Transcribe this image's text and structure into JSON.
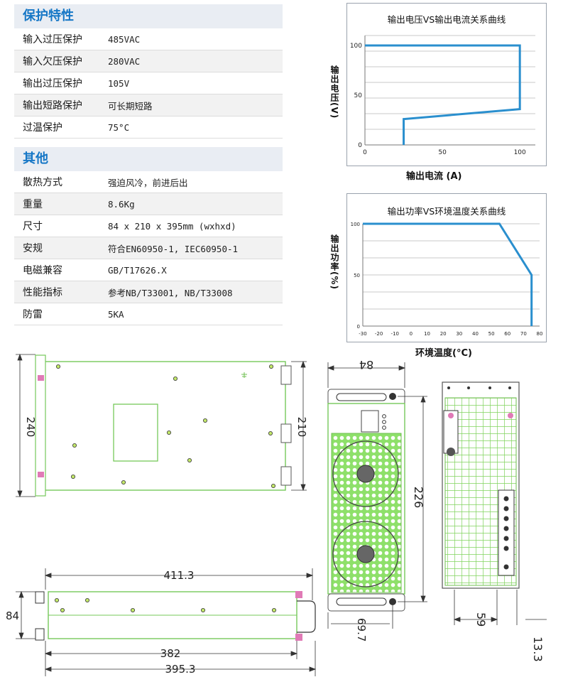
{
  "protection": {
    "title": "保护特性",
    "rows": [
      {
        "label": "输入过压保护",
        "value": "485VAC"
      },
      {
        "label": "输入欠压保护",
        "value": "280VAC"
      },
      {
        "label": "输出过压保护",
        "value": "105V"
      },
      {
        "label": "输出短路保护",
        "value": "可长期短路"
      },
      {
        "label": "过温保护",
        "value": "75°C"
      }
    ]
  },
  "other": {
    "title": "其他",
    "rows": [
      {
        "label": "散热方式",
        "value": "强迫风冷，前进后出"
      },
      {
        "label": "重量",
        "value": "8.6Kg"
      },
      {
        "label": "尺寸",
        "value": "84 x 210 x 395mm (wxhxd)"
      },
      {
        "label": "安规",
        "value": "符合EN60950-1, IEC60950-1"
      },
      {
        "label": "电磁兼容",
        "value": "GB/T17626.X"
      },
      {
        "label": "性能指标",
        "value": "参考NB/T33001, NB/T33008"
      },
      {
        "label": "防雷",
        "value": "5KA"
      }
    ]
  },
  "colors": {
    "accent": "#1677c6",
    "curve": "#2a8fce",
    "part_green": "#8ee06a"
  },
  "chart_data": [
    {
      "type": "line",
      "title": "输出电压VS输出电流关系曲线",
      "xlabel": "输出电流 (A)",
      "ylabel": "输出电压(V)",
      "xlim": [
        0,
        110
      ],
      "ylim": [
        0,
        110
      ],
      "xticks": [
        "0",
        "50",
        "100"
      ],
      "yticks": [
        "0",
        "50",
        "100"
      ],
      "x": [
        25,
        25,
        100,
        100,
        0
      ],
      "y": [
        0,
        26,
        36,
        100,
        100
      ]
    },
    {
      "type": "line",
      "title": "输出功率VS环境温度关系曲线",
      "xlabel": "环境温度(°C)",
      "ylabel": "输出功率(%)",
      "xlim": [
        -30,
        80
      ],
      "ylim": [
        0,
        100
      ],
      "xticks": [
        "-30",
        "-20",
        "-10",
        "0",
        "10",
        "20",
        "30",
        "40",
        "50",
        "60",
        "70",
        "80"
      ],
      "yticks": [
        "0",
        "50",
        "100"
      ],
      "x": [
        -30,
        55,
        75,
        75
      ],
      "y": [
        100,
        100,
        50,
        0
      ]
    }
  ],
  "drawings": {
    "side_height": "240",
    "side_inner": "210",
    "front_width": "84",
    "front_height": "226",
    "front_bottom": "69.7",
    "rear_bottom": "59",
    "rear_offset": "13.3",
    "top_total": "411.3",
    "top_side": "84",
    "top_body": "382",
    "top_depth": "395.3"
  }
}
